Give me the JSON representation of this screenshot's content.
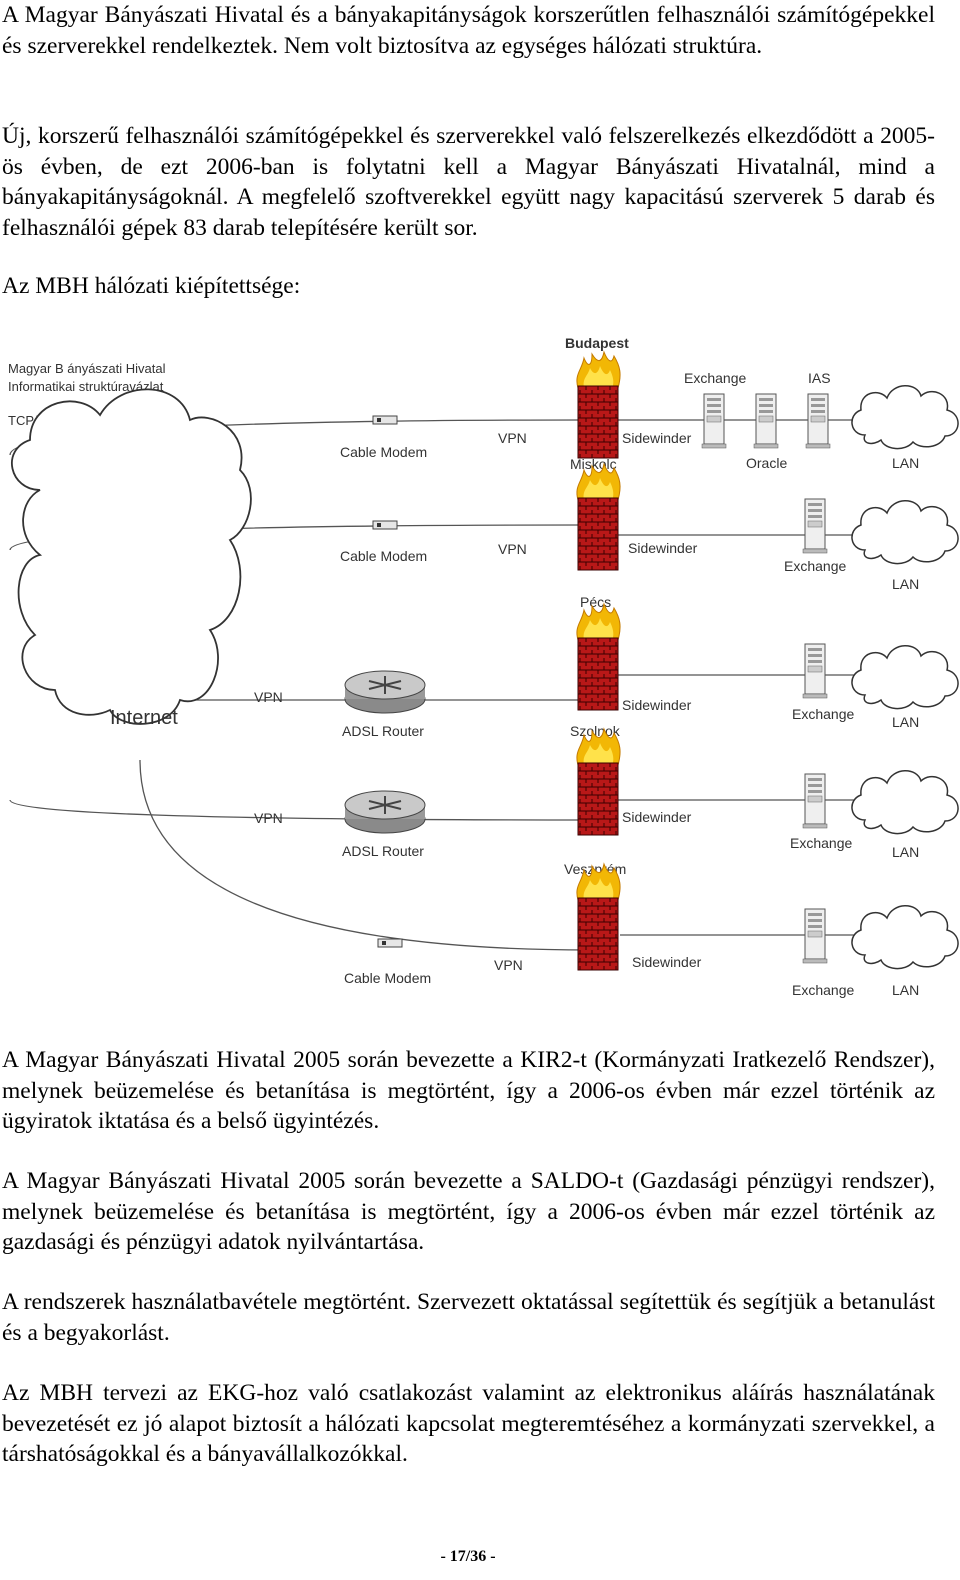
{
  "paragraphs": [
    "A Magyar Bányászati Hivatal és a bányakapitányságok korszerűtlen felhasználói számítógépekkel és szerverekkel rendelkeztek. Nem volt biztosítva az egységes hálózati struktúra.",
    "Új, korszerű felhasználói számítógépekkel és szerverekkel való felszerelkezés elkezdődött a 2005-ös évben, de ezt 2006-ban is folytatni kell a Magyar Bányászati Hivatalnál, mind a bányakapitányságoknál. A megfelelő szoftverekkel együtt nagy kapacitású szerverek 5 darab és felhasználói gépek 83 darab telepítésére került sor.",
    "Az MBH hálózati kiépítettsége:",
    "A Magyar Bányászati Hivatal 2005 során bevezette a KIR2-t (Kormányzati Iratkezelő Rendszer), melynek beüzemelése és betanítása is megtörtént, így a 2006-os évben már ezzel történik az ügyiratok iktatása és a belső ügyintézés.",
    "A Magyar Bányászati Hivatal 2005 során bevezette a SALDO-t (Gazdasági pénzügyi rendszer), melynek beüzemelése és betanítása is megtörtént, így a 2006-os évben már ezzel történik az gazdasági és pénzügyi adatok nyilvántartása.",
    "A rendszerek használatbavétele megtörtént. Szervezett oktatással segítettük és segítjük a betanulást és a begyakorlást.",
    "Az MBH tervezi az EKG-hoz való csatlakozást valamint az elektronikus aláírás használatának bevezetését ez jó alapot biztosít a hálózati kapcsolat megteremtéséhez a kormányzati szervekkel, a társhatóságokkal és a bányavállalkozókkal."
  ],
  "diagram": {
    "title_line1": "Magyar B ányászati Hivatal",
    "title_line2": "Informatikai struktúravázlat",
    "protocol": "TCP/IP protokoll",
    "internet": "Internet",
    "vpn": "VPN",
    "sites": [
      {
        "name": "Budapest",
        "device": "Cable Modem",
        "firewall": "Sidewinder",
        "lan": "LAN"
      },
      {
        "name": "Miskolc",
        "device": "Cable Modem",
        "firewall": "Sidewinder",
        "server": "Exchange",
        "lan": "LAN"
      },
      {
        "name": "Pécs",
        "device": "ADSL Router",
        "firewall": "Sidewinder",
        "server": "Exchange",
        "lan": "LAN"
      },
      {
        "name": "Szolnok",
        "device": "ADSL Router",
        "firewall": "Sidewinder",
        "server": "Exchange",
        "lan": "LAN"
      },
      {
        "name": "Veszprém",
        "device": "Cable Modem",
        "firewall": "Sidewinder",
        "server": "Exchange",
        "lan": "LAN"
      }
    ],
    "budapest_servers": {
      "exchange": "Exchange",
      "ias": "IAS",
      "oracle": "Oracle"
    }
  },
  "footer": "- 17/36 -"
}
